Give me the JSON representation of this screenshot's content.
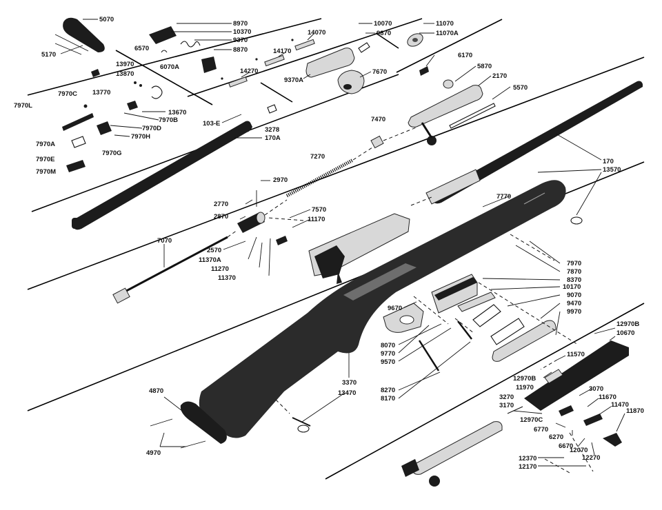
{
  "labels": {
    "p5070": "5070",
    "p5170": "5170",
    "p8970": "8970",
    "p10370": "10370",
    "p9370": "9370",
    "p8870": "8870",
    "p6570": "6570",
    "p6070A": "6070A",
    "p10070": "10070",
    "p9870": "9870",
    "p11070": "11070",
    "p11070A": "11070A",
    "p14070": "14070",
    "p14170": "14170",
    "p14270": "14270",
    "p9370A": "9370A",
    "p7670": "7670",
    "p6170": "6170",
    "p5870": "5870",
    "p2170": "2170",
    "p5570": "5570",
    "p13970": "13970",
    "p13870": "13870",
    "p13770": "13770",
    "p13670": "13670",
    "p7970C": "7970C",
    "p7970L": "7970L",
    "p7970B": "7970B",
    "p7970D": "7970D",
    "p7970H": "7970H",
    "p7970G": "7970G",
    "p7970A": "7970A",
    "p7970E": "7970E",
    "p7970M": "7970M",
    "p103E": "103-E",
    "p3278": "3278",
    "p170A": "170A",
    "p7470": "7470",
    "p7270": "7270",
    "p170": "170",
    "p13570": "13570",
    "p2970": "2970",
    "p2770": "2770",
    "p2870": "2870",
    "p7570": "7570",
    "p11170": "11170",
    "p7770": "7770",
    "p7070": "7070",
    "p2570": "2570",
    "p11370A": "11370A",
    "p11270": "11270",
    "p11370": "11370",
    "p7970": "7970",
    "p7870": "7870",
    "p8370": "8370",
    "p10170": "10170",
    "p9070": "9070",
    "p9470": "9470",
    "p9970": "9970",
    "p9670": "9670",
    "p8070": "8070",
    "p9770": "9770",
    "p9570": "9570",
    "p8270": "8270",
    "p8170": "8170",
    "p3370": "3370",
    "p13470": "13470",
    "p12970B_r": "12970B",
    "p10670": "10670",
    "p11570": "11570",
    "p12970B_l": "12970B",
    "p11970": "11970",
    "p3070": "3070",
    "p11670": "11670",
    "p11470": "11470",
    "p3270": "3270",
    "p3170": "3170",
    "p12970C": "12970C",
    "p6770": "6770",
    "p6270": "6270",
    "p11870": "11870",
    "p6670": "6670",
    "p12070": "12070",
    "p12270": "12270",
    "p12370": "12370",
    "p12170": "12170",
    "p4870": "4870",
    "p4970": "4970"
  }
}
